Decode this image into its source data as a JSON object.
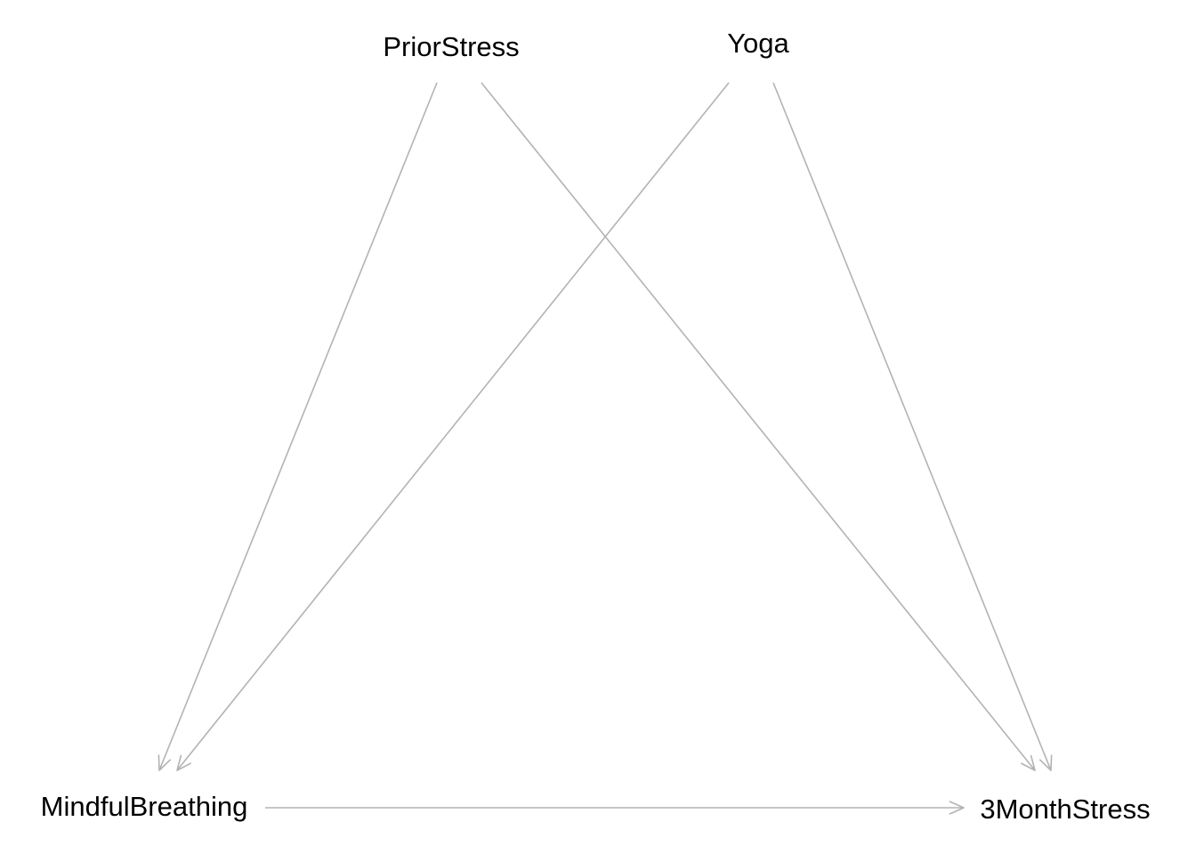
{
  "diagram": {
    "type": "directed-acyclic-graph",
    "edge_color": "#b3b3b3",
    "text_color": "#000000",
    "background": "#ffffff",
    "nodes": [
      {
        "id": "prior_stress",
        "label": "PriorStress"
      },
      {
        "id": "yoga",
        "label": "Yoga"
      },
      {
        "id": "mindful_breathing",
        "label": "MindfulBreathing"
      },
      {
        "id": "three_month_stress",
        "label": "3MonthStress"
      }
    ],
    "edges": [
      {
        "from": "prior_stress",
        "to": "mindful_breathing"
      },
      {
        "from": "prior_stress",
        "to": "three_month_stress"
      },
      {
        "from": "yoga",
        "to": "mindful_breathing"
      },
      {
        "from": "yoga",
        "to": "three_month_stress"
      },
      {
        "from": "mindful_breathing",
        "to": "three_month_stress"
      }
    ]
  }
}
